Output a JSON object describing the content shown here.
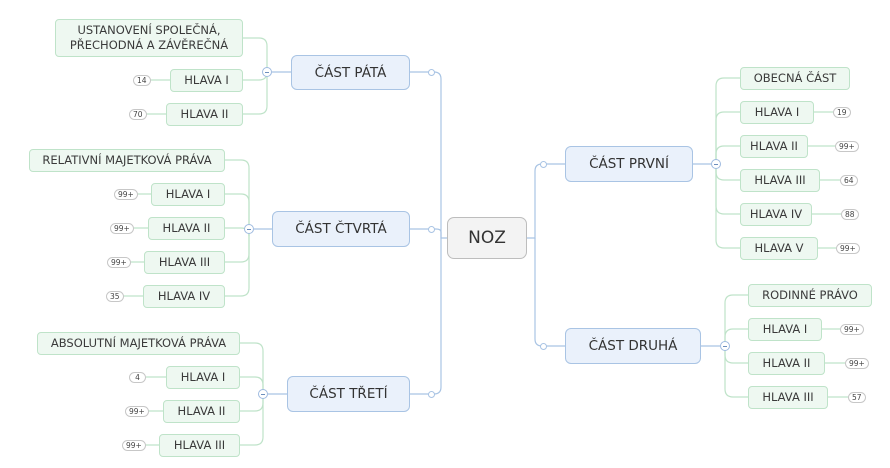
{
  "root": {
    "label": "NOZ"
  },
  "branches": [
    {
      "label": "ČÁST PRVNÍ",
      "children": [
        {
          "label": "OBECNÁ ČÁST",
          "badge": null
        },
        {
          "label": "HLAVA I",
          "badge": "19"
        },
        {
          "label": "HLAVA II",
          "badge": "99+"
        },
        {
          "label": "HLAVA III",
          "badge": "64"
        },
        {
          "label": "HLAVA IV",
          "badge": "88"
        },
        {
          "label": "HLAVA V",
          "badge": "99+"
        }
      ]
    },
    {
      "label": "ČÁST DRUHÁ",
      "children": [
        {
          "label": "RODINNÉ PRÁVO",
          "badge": null
        },
        {
          "label": "HLAVA I",
          "badge": "99+"
        },
        {
          "label": "HLAVA II",
          "badge": "99+"
        },
        {
          "label": "HLAVA III",
          "badge": "57"
        }
      ]
    },
    {
      "label": "ČÁST TŘETÍ",
      "children": [
        {
          "label": "ABSOLUTNÍ MAJETKOVÁ PRÁVA",
          "badge": null
        },
        {
          "label": "HLAVA I",
          "badge": "4"
        },
        {
          "label": "HLAVA II",
          "badge": "99+"
        },
        {
          "label": "HLAVA III",
          "badge": "99+"
        }
      ]
    },
    {
      "label": "ČÁST ČTVRTÁ",
      "children": [
        {
          "label": "RELATIVNÍ MAJETKOVÁ PRÁVA",
          "badge": null
        },
        {
          "label": "HLAVA I",
          "badge": "99+"
        },
        {
          "label": "HLAVA II",
          "badge": "99+"
        },
        {
          "label": "HLAVA III",
          "badge": "99+"
        },
        {
          "label": "HLAVA IV",
          "badge": "35"
        }
      ]
    },
    {
      "label": "ČÁST PÁTÁ",
      "children": [
        {
          "label": "USTANOVENÍ SPOLEČNÁ, PŘECHODNÁ A ZÁVĚREČNÁ",
          "badge": null
        },
        {
          "label": "HLAVA I",
          "badge": "14"
        },
        {
          "label": "HLAVA II",
          "badge": "70"
        }
      ]
    }
  ],
  "colors": {
    "main_line": "#a9c4e4",
    "sub_line": "#bfe3c9",
    "root_fill": "#f3f3f3",
    "main_fill": "#eaf1fb",
    "sub_fill": "#eef8f1"
  }
}
